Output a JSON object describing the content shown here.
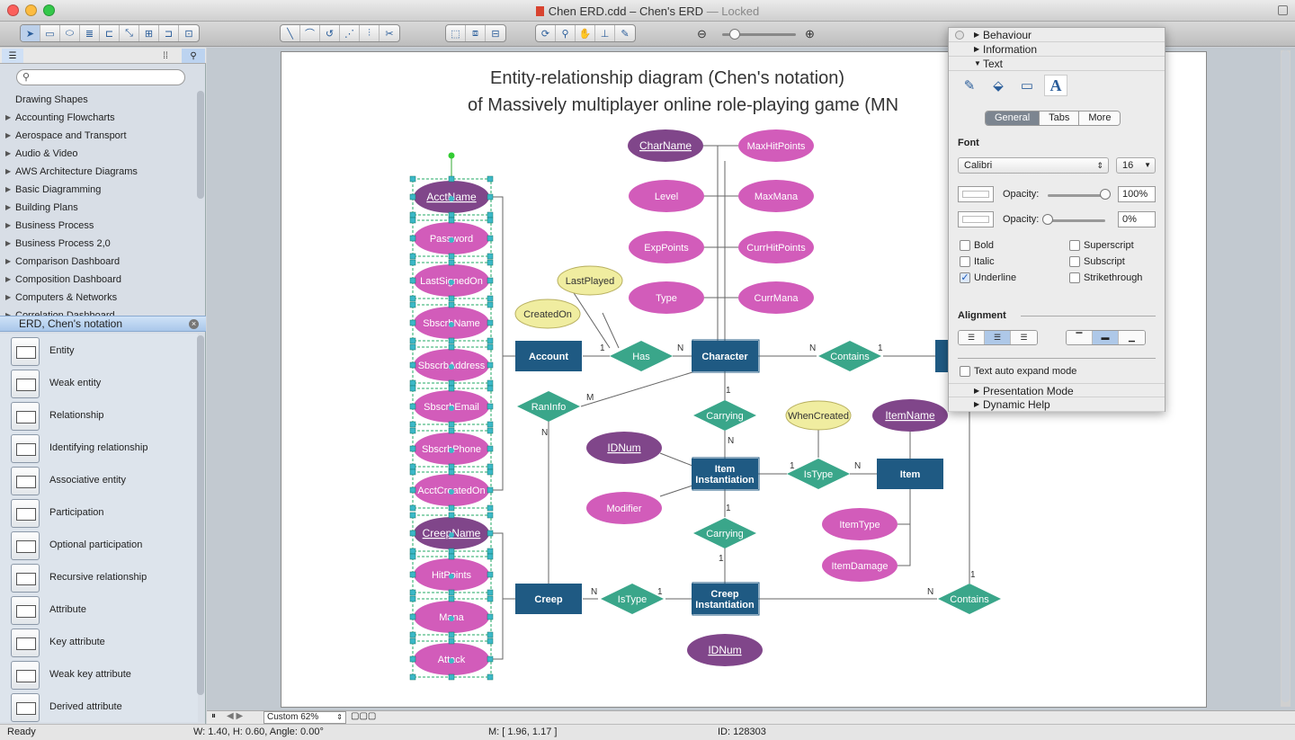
{
  "window": {
    "doc_name": "Chen ERD.cdd",
    "separator": " – ",
    "app_title": "Chen's ERD",
    "locked": " — Locked"
  },
  "colors": {
    "entity": "#1f5a83",
    "attribute": "#d25cba",
    "key_attribute": "#80468a",
    "relationship": "#3aa68a",
    "ellipse_yellow": "#f0eda0"
  },
  "toolbar": {
    "icons": [
      "pointer-tool",
      "rectangle-tool",
      "ellipse-tool",
      "text-tool",
      "connector-tool",
      "smart-connector-tool",
      "tree-tool",
      "chain-tool",
      "insert-tool",
      "line-tool",
      "arc-tool",
      "curve-tool",
      "polyline-tool",
      "snap-tool",
      "scissors-tool",
      "layout-tool",
      "group-tool",
      "align-tool",
      "refresh-tool",
      "zoom-tool",
      "hand-tool",
      "stamp-tool",
      "eyedropper-tool"
    ]
  },
  "sidebar": {
    "libraries": [
      "Drawing Shapes",
      "Accounting Flowcharts",
      "Aerospace and Transport",
      "Audio & Video",
      "AWS Architecture Diagrams",
      "Basic Diagramming",
      "Building Plans",
      "Business Process",
      "Business Process 2,0",
      "Comparison Dashboard",
      "Composition Dashboard",
      "Computers & Networks",
      "Correlation Dashboard"
    ],
    "open_library": "ERD, Chen's notation",
    "shapes": [
      "Entity",
      "Weak entity",
      "Relationship",
      "Identifying relationship",
      "Associative entity",
      "Participation",
      "Optional participation",
      "Recursive relationship",
      "Attribute",
      "Key attribute",
      "Weak key attribute",
      "Derived attribute"
    ]
  },
  "canvas": {
    "zoom": "Custom 62%",
    "title_line1": "Entity-relationship diagram (Chen's notation)",
    "title_line2": "of Massively multiplayer online role-playing game (MN"
  },
  "diagram": {
    "entities": [
      "Account",
      "Character",
      "Item\nInstantiation",
      "Item",
      "Creep",
      "Creep\nInstantiation"
    ],
    "relationships": [
      "Has",
      "Contains",
      "RanInfo",
      "Carrying",
      "IsType",
      "Carrying",
      "IsType",
      "Contains"
    ],
    "attributes": [
      "Password",
      "LastSignedOn",
      "SbscrbName",
      "SbscrbAddress",
      "SbscrbEmail",
      "SbscrbPhone",
      "AcctCreatedOn",
      "HitPoints",
      "Mana",
      "Attack",
      "LastPlayed",
      "CreatedOn",
      "Level",
      "ExpPoints",
      "Type",
      "MaxHitPoints",
      "MaxMana",
      "CurrHitPoints",
      "CurrMana",
      "WhenCreated",
      "Modifier",
      "ItemType",
      "ItemDamage"
    ],
    "key_attributes": [
      "AcctName",
      "CreepName",
      "CharName",
      "ItemName",
      "IDNum",
      "IDNum"
    ],
    "cardinalities": [
      "1",
      "N",
      "N",
      "1",
      "M",
      "N",
      "1",
      "N",
      "1",
      "N",
      "1",
      "1",
      "N",
      "1",
      "N"
    ]
  },
  "panel": {
    "sections": [
      "Behaviour",
      "Information",
      "Text",
      "Presentation Mode",
      "Dynamic Help"
    ],
    "tabs": [
      "General",
      "Tabs",
      "More"
    ],
    "font_label": "Font",
    "font": "Calibri",
    "size": "16",
    "opacity_label": "Opacity:",
    "opacity1": "100%",
    "opacity2": "0%",
    "opacity1_value": 1.0,
    "opacity2_value": 0.0,
    "checkboxes": [
      {
        "label": "Bold",
        "checked": false
      },
      {
        "label": "Superscript",
        "checked": false
      },
      {
        "label": "Italic",
        "checked": false
      },
      {
        "label": "Subscript",
        "checked": false
      },
      {
        "label": "Underline",
        "checked": true
      },
      {
        "label": "Strikethrough",
        "checked": false
      }
    ],
    "alignment_label": "Alignment",
    "auto_expand": "Text auto expand mode"
  },
  "status": {
    "ready": "Ready",
    "size": "W: 1.40,  H: 0.60,  Angle: 0.00°",
    "mouse": "M: [ 1.96, 1.17 ]",
    "id": "ID: 128303"
  }
}
